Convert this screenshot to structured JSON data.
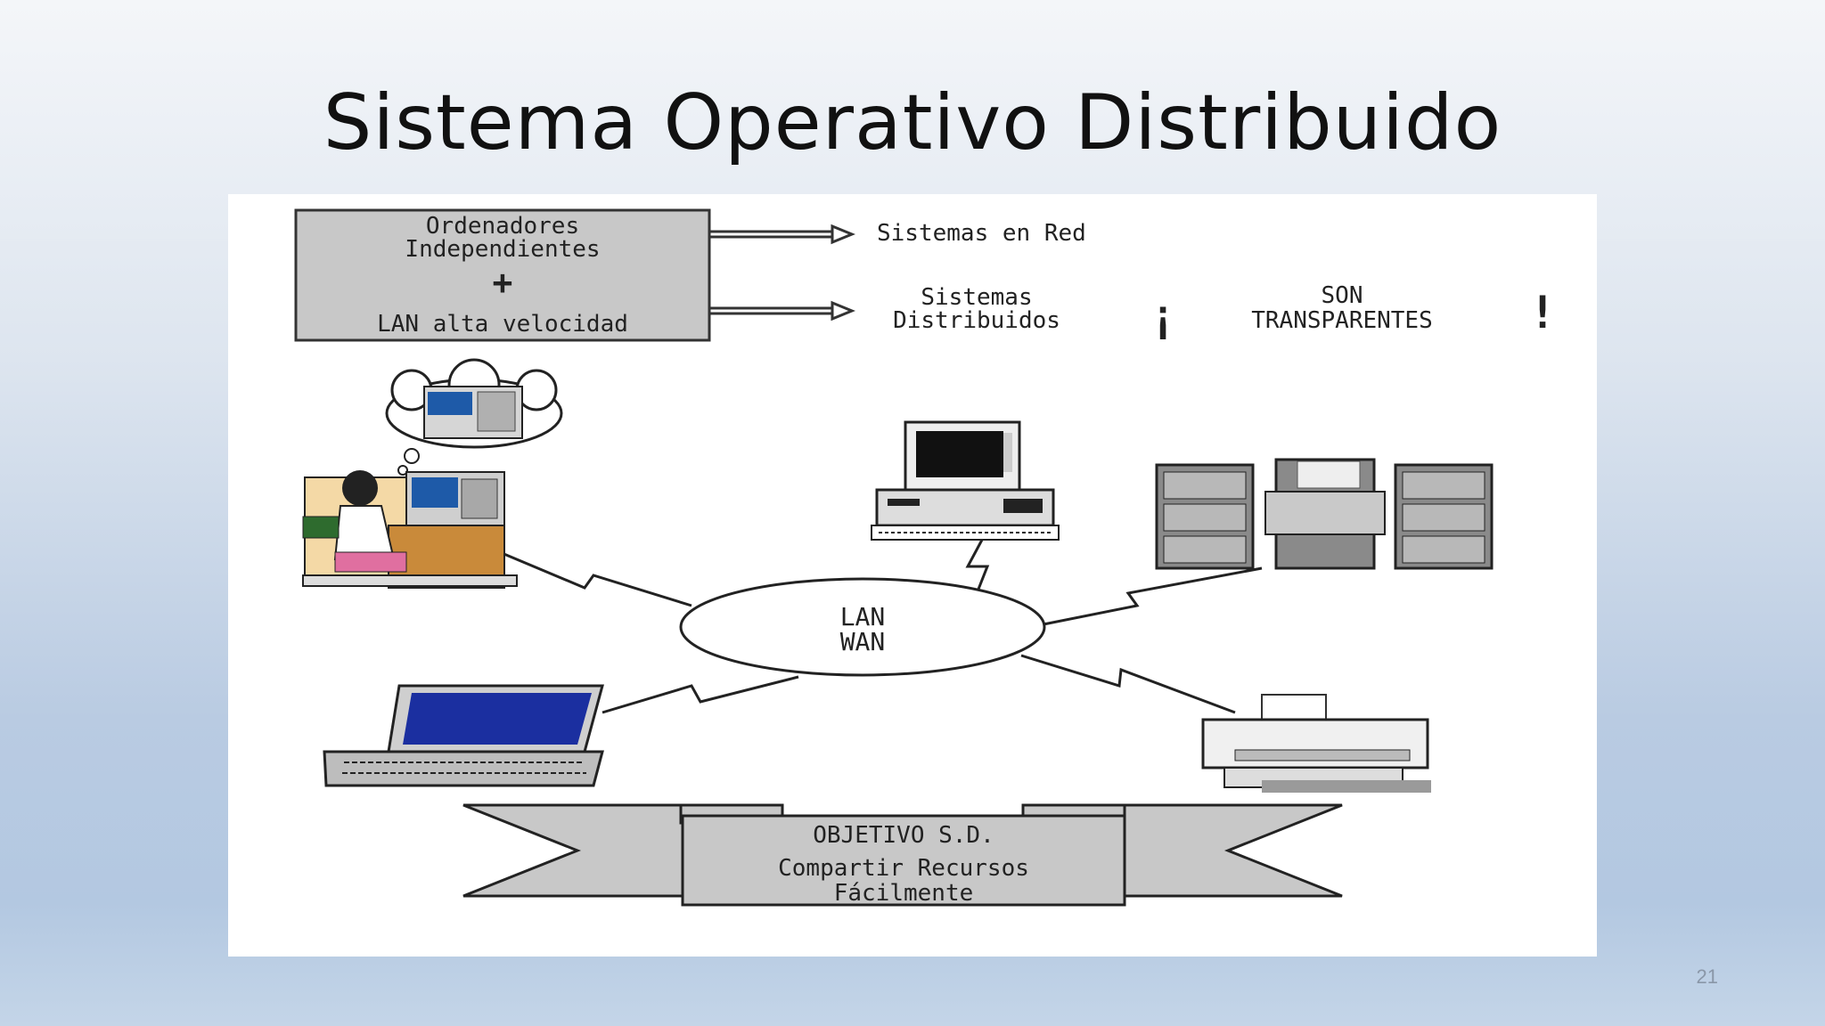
{
  "slide": {
    "title": "Sistema Operativo Distribuido",
    "page_number": "21"
  },
  "diagram": {
    "box": {
      "line1": "Ordenadores",
      "line2": "Independientes",
      "plus": "+",
      "line3": "LAN alta velocidad"
    },
    "arrow1_label": "Sistemas en Red",
    "arrow2_label_line1": "Sistemas",
    "arrow2_label_line2": "Distribuidos",
    "exclaim_open": "¡",
    "exclaim_line1": "SON",
    "exclaim_line2": "TRANSPARENTES",
    "exclaim_close": "!",
    "hub_line1": "LAN",
    "hub_line2": "WAN",
    "banner_line1": "OBJETIVO S.D.",
    "banner_line2": "Compartir Recursos",
    "banner_line3": "Fácilmente"
  },
  "icons": [
    "user-workstation-icon",
    "thought-cloud-icon",
    "desktop-computer-icon",
    "file-cabinets-icon",
    "laptop-icon",
    "printer-icon"
  ]
}
